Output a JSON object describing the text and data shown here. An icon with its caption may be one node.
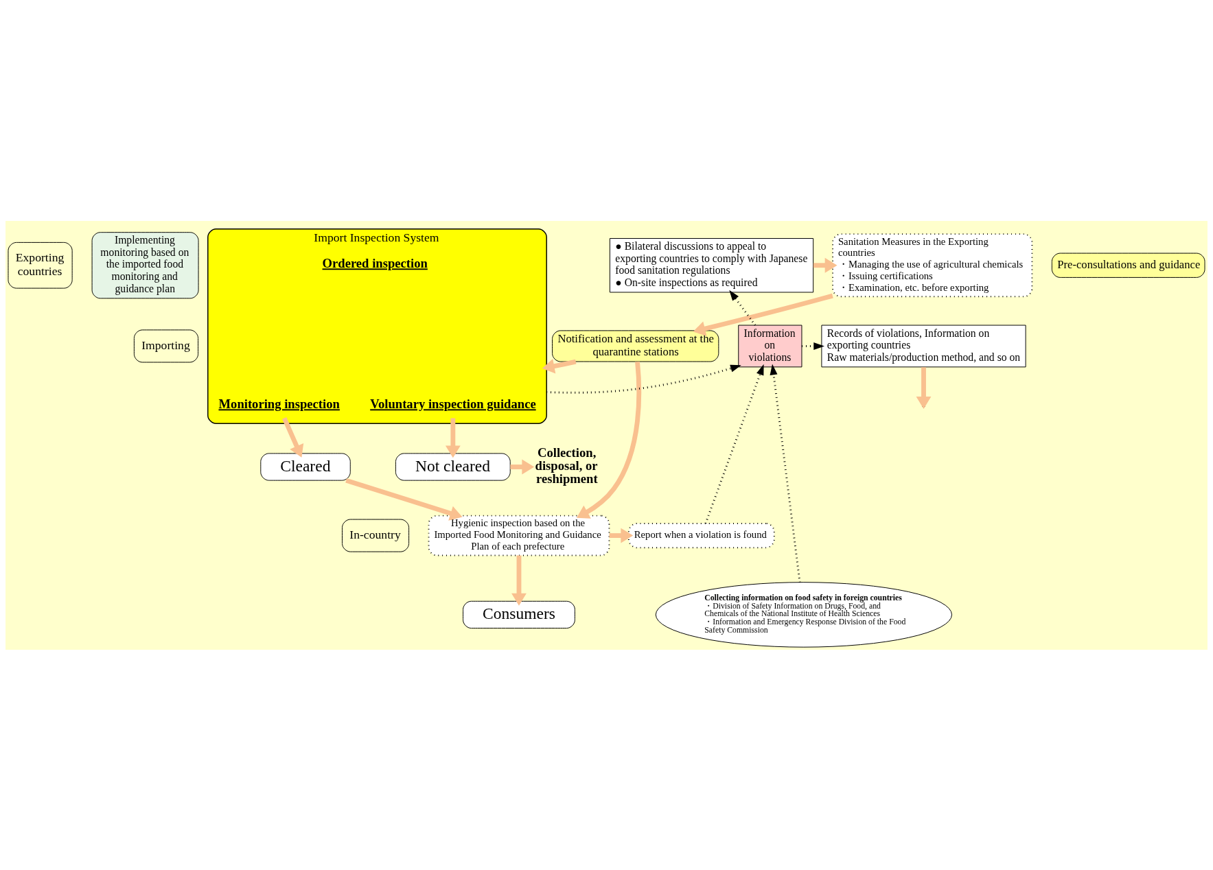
{
  "diagram": {
    "nodes": [
      {
        "text": [
          "Exporting countries"
        ]
      },
      {
        "text": [
          "Importing"
        ]
      },
      {
        "text": [
          "In-country"
        ]
      },
      {
        "text": [
          "Implementing monitoring based on the imported food monitoring and guidance plan"
        ]
      },
      {
        "text": [
          "Sanitation Measures in the Exporting countries",
          "・Managing the use of agricultural chemicals",
          "・Issuing certifications",
          "・Examination, etc. before exporting"
        ]
      },
      {
        "text": [
          "● Bilateral discussions to appeal to exporting countries to comply with Japanese food sanitation regulations",
          "● On-site inspections as required"
        ]
      },
      {
        "text": [
          "Pre-consultations and guidance"
        ]
      },
      {
        "text": [
          "Notification and assessment at the quarantine stations"
        ]
      },
      {
        "text": [
          "Records of violations, Information on exporting countries",
          "Raw materials/production method, and so on"
        ]
      },
      {
        "text": [
          "Import Inspection System"
        ]
      },
      {
        "text": [
          "Ordered inspection"
        ],
        "in": 9
      },
      {
        "text": [
          "Monitoring inspection"
        ],
        "in": 9
      },
      {
        "text": [
          "Voluntary inspection guidance"
        ],
        "in": 9
      },
      {
        "text": [
          "Cleared"
        ]
      },
      {
        "text": [
          "Not cleared"
        ]
      },
      {
        "text": [
          "Collection, disposal, or reshipment"
        ]
      },
      {
        "text": [
          "Hygienic inspection based on the Imported Food Monitoring and Guidance Plan of each prefecture"
        ]
      },
      {
        "text": [
          "Report when a violation is found"
        ]
      },
      {
        "text": [
          "Consumers"
        ]
      },
      {
        "text": [
          "Collecting information on food safety in foreign countries",
          "・Division of Safety Information on Drugs, Food, and Chemicals of the National Institute of Health Sciences",
          "・Information and Emergency Response Division of the Food Safety Commission"
        ]
      },
      {
        "text": [
          "Information on violations"
        ]
      }
    ],
    "edges": [
      {
        "from": 5,
        "to": 4,
        "arrow": "to"
      },
      {
        "from": 4,
        "to": 7,
        "arrow": "to"
      },
      {
        "from": 7,
        "to": 9,
        "arrow": "to"
      },
      {
        "from": 7,
        "to": 16,
        "arrow": "to"
      },
      {
        "from": 8,
        "to": null,
        "arrow": "to"
      },
      {
        "from": 11,
        "to": 13,
        "arrow": "to"
      },
      {
        "from": 12,
        "to": 14,
        "arrow": "to"
      },
      {
        "from": 14,
        "to": 15,
        "arrow": "to"
      },
      {
        "from": 13,
        "to": 16,
        "arrow": "to"
      },
      {
        "from": 16,
        "to": 17,
        "arrow": "to"
      },
      {
        "from": 16,
        "to": 18,
        "arrow": "to"
      },
      {
        "from": 9,
        "to": 20,
        "arrow": "to",
        "style": "dashed",
        "color": "#000000"
      },
      {
        "from": 17,
        "to": 20,
        "arrow": "to",
        "style": "dashed",
        "color": "#000000"
      },
      {
        "from": 19,
        "to": 20,
        "arrow": "to",
        "style": "dashed",
        "color": "#000000"
      },
      {
        "from": 20,
        "to": 5,
        "arrow": "to",
        "style": "dashed",
        "color": "#000000"
      },
      {
        "from": 20,
        "to": 8,
        "arrow": "to",
        "style": "dashed",
        "color": "#000000"
      }
    ]
  }
}
